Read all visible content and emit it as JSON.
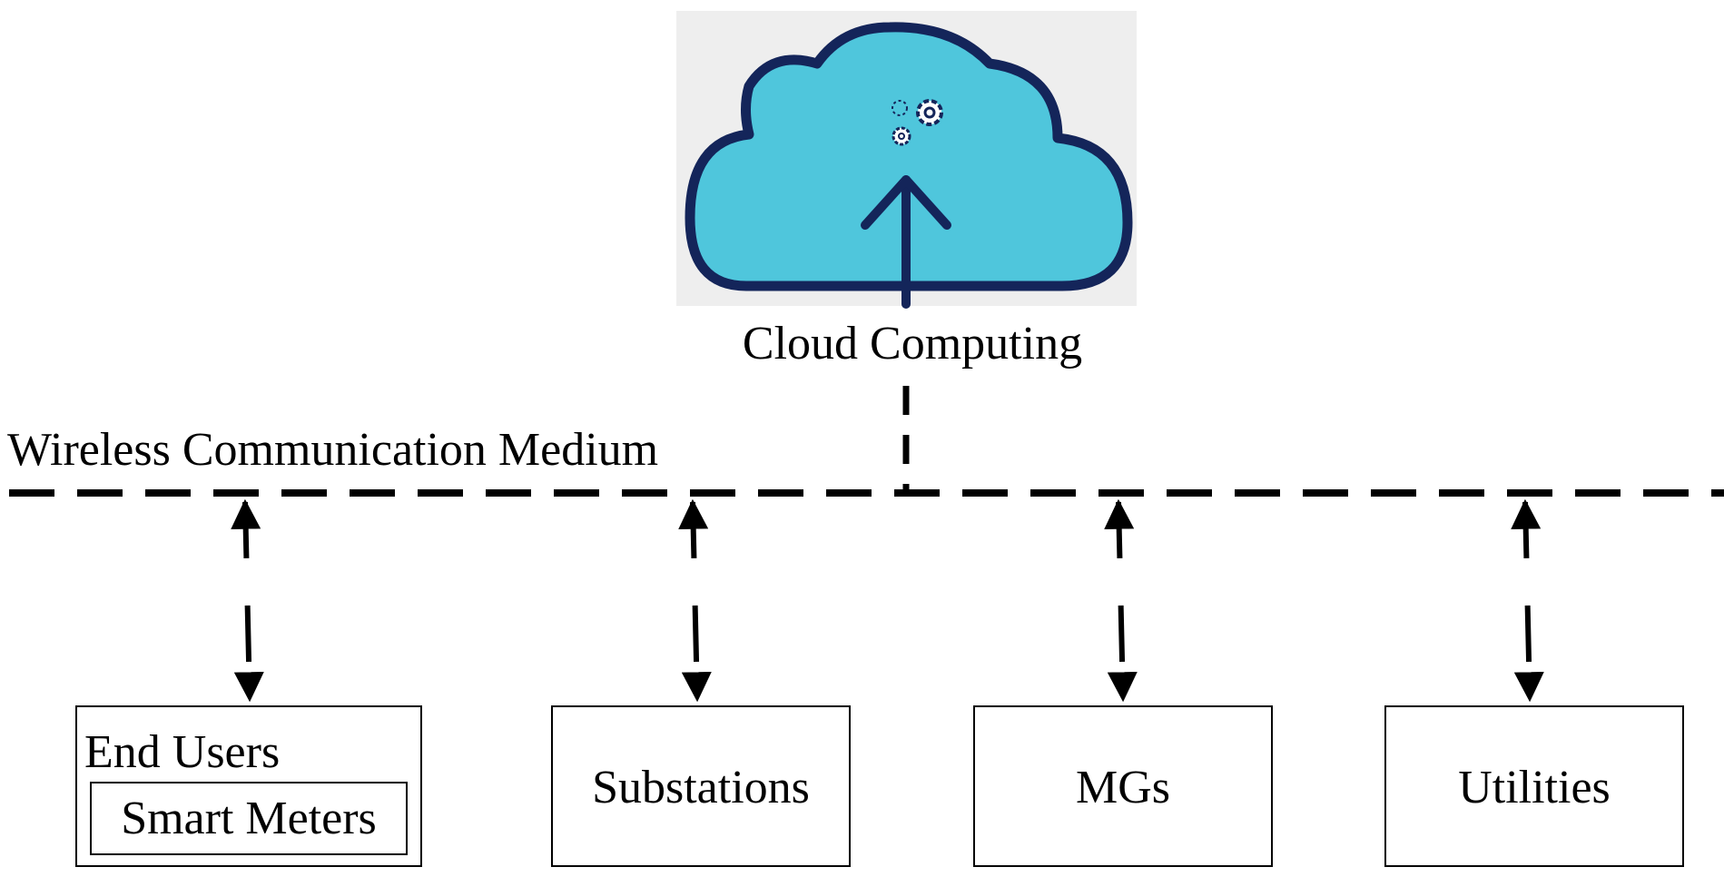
{
  "cloud": {
    "label": "Cloud Computing",
    "icon": "cloud-upload-gears-icon",
    "fill_color": "#4FC6DC",
    "outline_color": "#14255A"
  },
  "network": {
    "label": "Wireless Communication Medium"
  },
  "nodes": [
    {
      "id": "end-users",
      "label": "End Users",
      "sub_label": "Smart Meters"
    },
    {
      "id": "substations",
      "label": "Substations"
    },
    {
      "id": "mgs",
      "label": "MGs"
    },
    {
      "id": "utilities",
      "label": "Utilities"
    }
  ]
}
